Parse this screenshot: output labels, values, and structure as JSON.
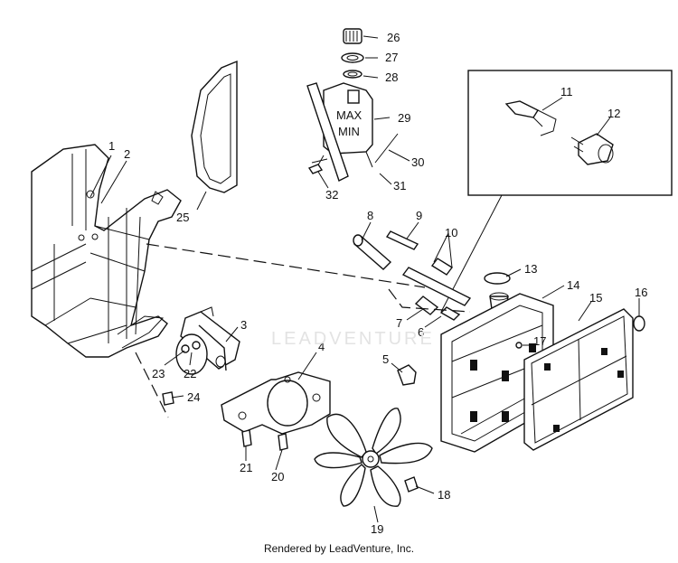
{
  "parts": [
    {
      "id": "1",
      "label": "1"
    },
    {
      "id": "2",
      "label": "2"
    },
    {
      "id": "3",
      "label": "3"
    },
    {
      "id": "4",
      "label": "4"
    },
    {
      "id": "5",
      "label": "5"
    },
    {
      "id": "6",
      "label": "6"
    },
    {
      "id": "7",
      "label": "7"
    },
    {
      "id": "8",
      "label": "8"
    },
    {
      "id": "9",
      "label": "9"
    },
    {
      "id": "10",
      "label": "10"
    },
    {
      "id": "11",
      "label": "11"
    },
    {
      "id": "12",
      "label": "12"
    },
    {
      "id": "13",
      "label": "13"
    },
    {
      "id": "14",
      "label": "14"
    },
    {
      "id": "15",
      "label": "15"
    },
    {
      "id": "16",
      "label": "16"
    },
    {
      "id": "17",
      "label": "17"
    },
    {
      "id": "18",
      "label": "18"
    },
    {
      "id": "19",
      "label": "19"
    },
    {
      "id": "20",
      "label": "20"
    },
    {
      "id": "21",
      "label": "21"
    },
    {
      "id": "22",
      "label": "22"
    },
    {
      "id": "23",
      "label": "23"
    },
    {
      "id": "24",
      "label": "24"
    },
    {
      "id": "25",
      "label": "25"
    },
    {
      "id": "26",
      "label": "26"
    },
    {
      "id": "27",
      "label": "27"
    },
    {
      "id": "28",
      "label": "28"
    },
    {
      "id": "29",
      "label": "29"
    },
    {
      "id": "30",
      "label": "30"
    },
    {
      "id": "31",
      "label": "31"
    },
    {
      "id": "32",
      "label": "32"
    }
  ],
  "tank_marks": {
    "max": "MAX",
    "min": "MIN"
  },
  "watermark": "LEADVENTURE",
  "footer": "Rendered by LeadVenture, Inc."
}
